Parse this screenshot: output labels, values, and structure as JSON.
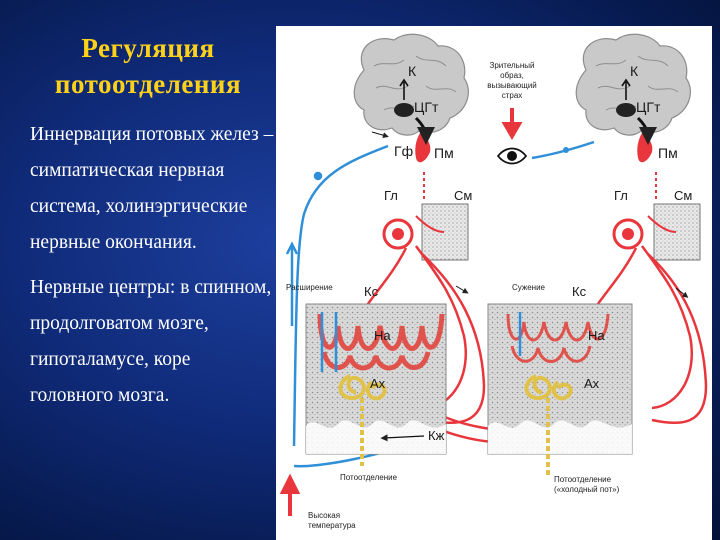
{
  "slide": {
    "title_line1": "Регуляция",
    "title_line2": "потоотделения",
    "paragraph1": "Иннервация потовых желез – симпатическая нервная система, холинэргические нервные окончания.",
    "paragraph2": "Нервные центры: в спинном, продолговатом мозге, гипоталамусе, коре головного мозга."
  },
  "diagram": {
    "left": {
      "brain_k": "К",
      "brain_cgt": "ЦГт",
      "gf": "Гф",
      "pm": "Пм",
      "gl": "Гл",
      "sm": "См",
      "ks": "Кс",
      "na": "На",
      "ax": "Ах",
      "vessel_state": "Расширение",
      "sweat_label": "Потоотделение",
      "stimulus_line1": "Высокая",
      "stimulus_line2": "температура"
    },
    "middle": {
      "visual_line1": "Зрительный",
      "visual_line2": "образ,",
      "visual_line3": "вызывающий",
      "visual_line4": "страх",
      "kzh": "Кж"
    },
    "right": {
      "brain_k": "К",
      "brain_cgt": "ЦГт",
      "pm": "Пм",
      "gl": "Гл",
      "sm": "См",
      "ks": "Кс",
      "na": "На",
      "ax": "Ах",
      "vessel_state": "Сужение",
      "sweat_label_line1": "Потоотделение",
      "sweat_label_line2": "(«холодный пот»)"
    },
    "colors": {
      "nerve_red": "#e8363c",
      "afferent_blue": "#2f8fd8",
      "vessel_red": "#e0534d",
      "gland_yellow": "#e0c24a",
      "title_yellow": "#ffd21a"
    }
  }
}
